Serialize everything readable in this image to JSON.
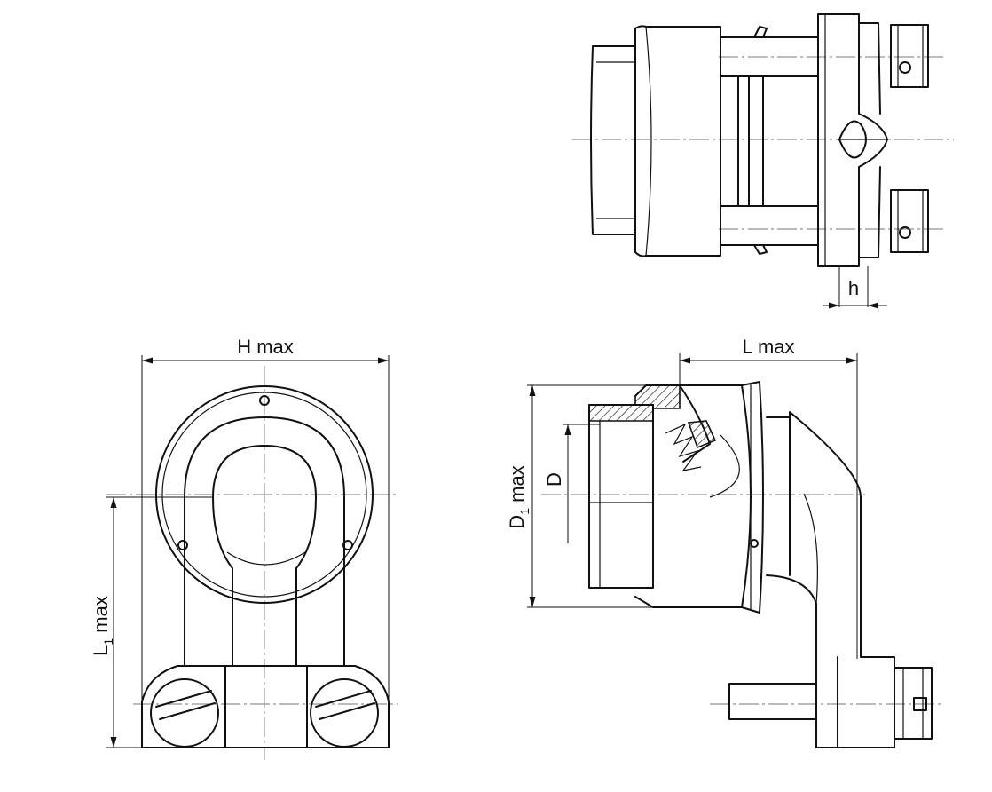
{
  "dimensions": {
    "h": "h",
    "h_max": "H max",
    "l_max": "L max",
    "l1_max": {
      "base": "L",
      "sub": "1",
      "suffix": " max"
    },
    "d1_max": {
      "base": "D",
      "sub": "1",
      "suffix": " max"
    },
    "d": "D"
  }
}
